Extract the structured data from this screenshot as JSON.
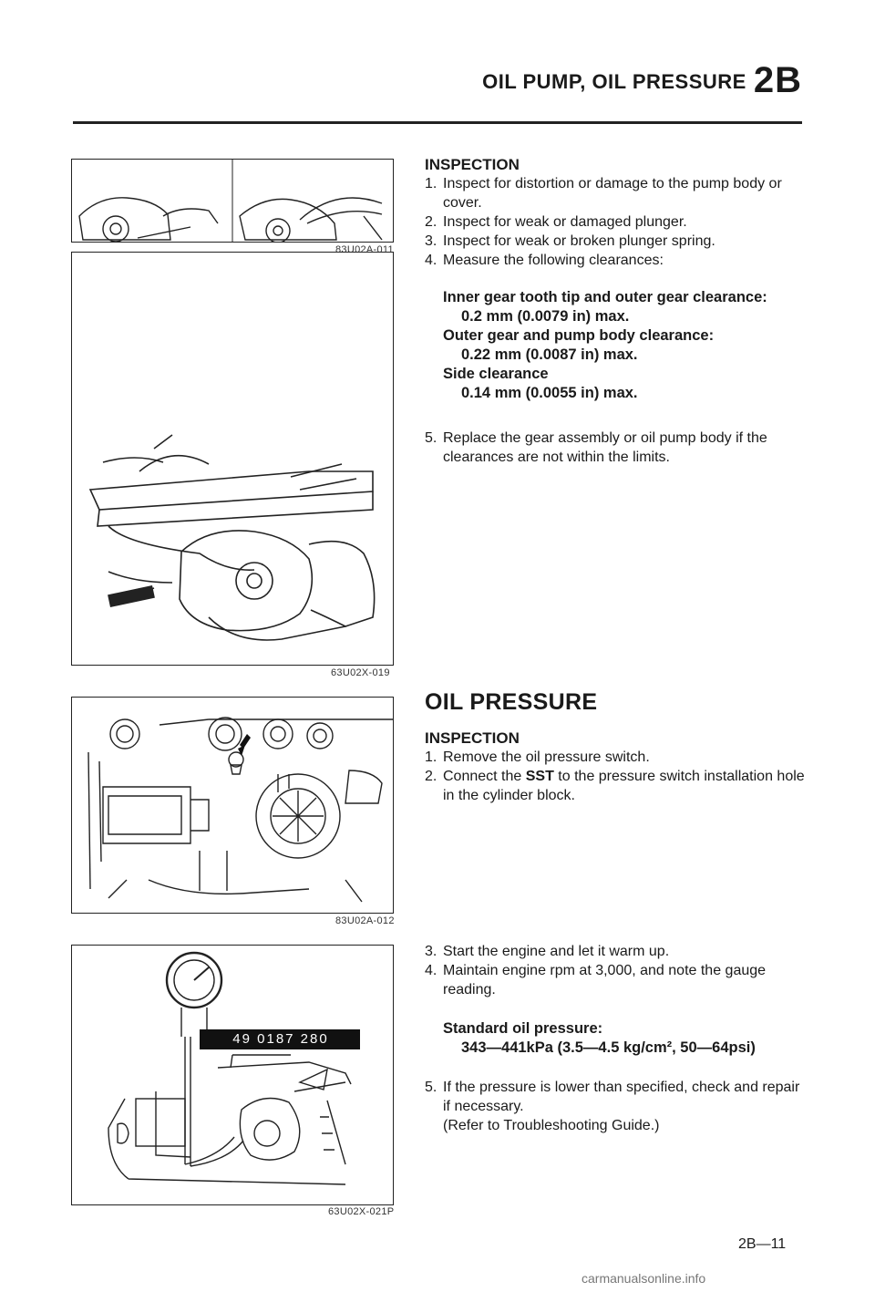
{
  "header": {
    "title": "OIL PUMP, OIL PRESSURE",
    "section": "2B"
  },
  "figures": [
    {
      "code": "83U02A-011"
    },
    {
      "code": "63U02X-019"
    },
    {
      "code": "83U02A-012"
    },
    {
      "code": "63U02X-021P",
      "tool_label": "49 0187 280"
    }
  ],
  "pump_inspection": {
    "heading": "INSPECTION",
    "steps": [
      {
        "num": "1.",
        "text": "Inspect for distortion or damage to the pump body or cover."
      },
      {
        "num": "2.",
        "text": "Inspect for weak or damaged plunger."
      },
      {
        "num": "3.",
        "text": "Inspect for weak or broken plunger spring."
      },
      {
        "num": "4.",
        "text": "Measure the following clearances:"
      }
    ],
    "specs": [
      {
        "label": "Inner gear tooth tip and outer gear clearance:",
        "value": "0.2 mm (0.0079 in) max."
      },
      {
        "label": "Outer gear and pump body clearance:",
        "value": "0.22 mm (0.0087 in) max."
      },
      {
        "label": "Side clearance",
        "value": "0.14 mm (0.0055 in) max."
      }
    ],
    "step5": {
      "num": "5.",
      "text": "Replace the gear assembly or oil pump body if the clearances are not within the limits."
    }
  },
  "oil_pressure": {
    "title": "OIL PRESSURE",
    "heading": "INSPECTION",
    "step1": {
      "num": "1.",
      "text": "Remove the oil pressure switch."
    },
    "step2": {
      "num": "2.",
      "pre": "Connect the ",
      "bold": "SST",
      "post": " to the pressure switch installation hole in the cylinder block."
    },
    "step3": {
      "num": "3.",
      "text": "Start the engine and let it warm up."
    },
    "step4": {
      "num": "4.",
      "text": "Maintain engine rpm at 3,000, and note the gauge reading."
    },
    "spec_label": "Standard oil pressure:",
    "spec_value": "343—441kPa (3.5—4.5 kg/cm², 50—64psi)",
    "step5": {
      "num": "5.",
      "text": "If the pressure is lower than specified, check and repair if necessary."
    },
    "step5_note": "(Refer to Troubleshooting Guide.)"
  },
  "page_number": "2B—11",
  "footer_mark": "carmanualsonline.info"
}
